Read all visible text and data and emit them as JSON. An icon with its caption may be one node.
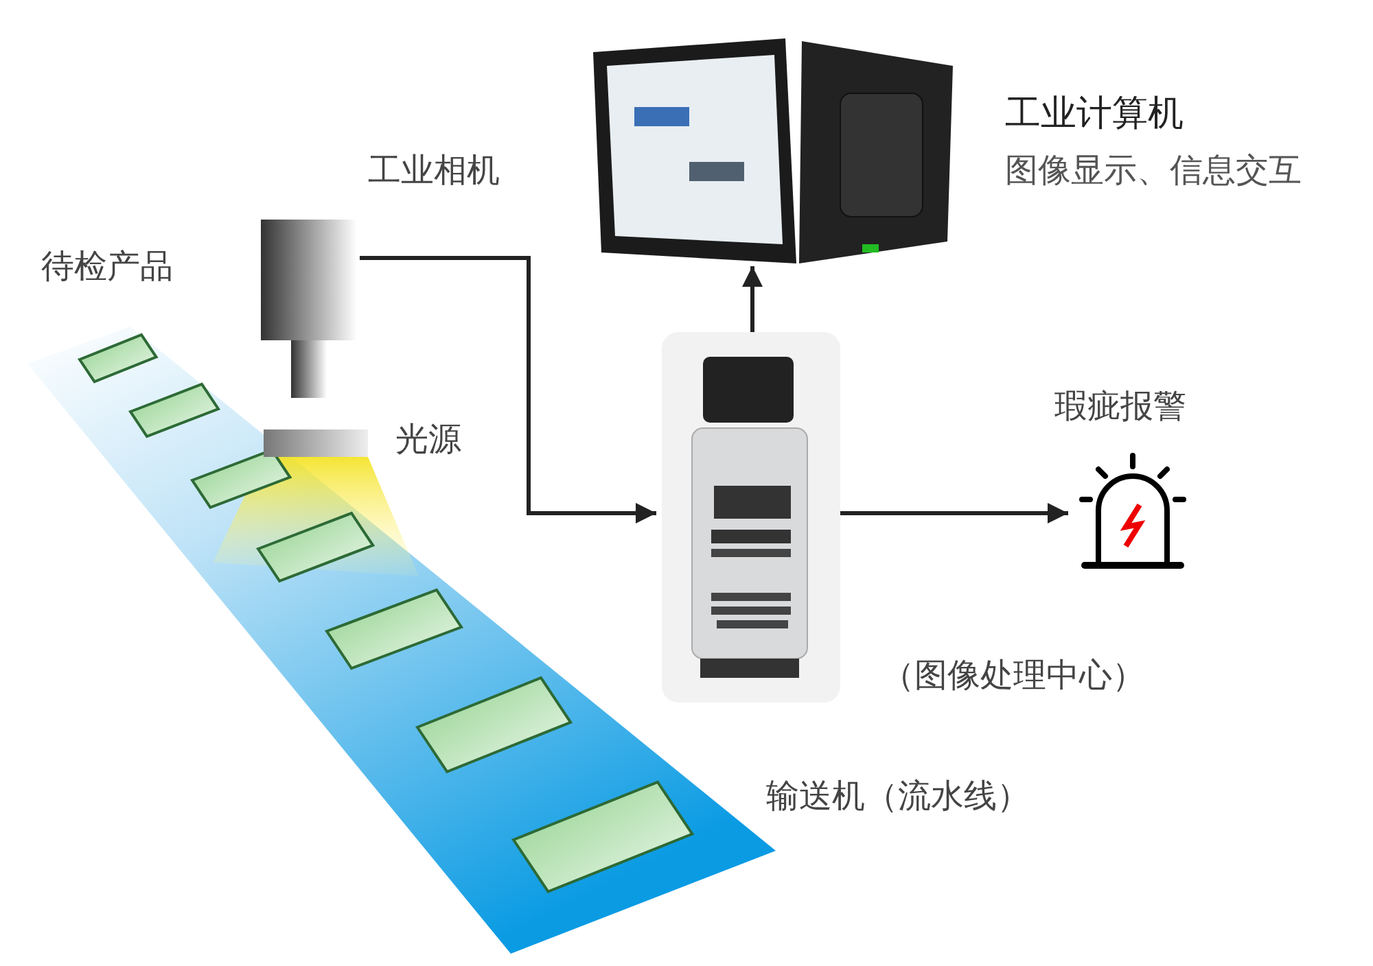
{
  "diagram": {
    "nodes": [
      {
        "text": [],
        "shape": "picture",
        "beside": [
          "工业计算机",
          "图像显示、信息交互"
        ]
      },
      {
        "text": [],
        "shape": "picture",
        "beside": [
          "工业相机"
        ]
      },
      {
        "text": [],
        "shape": "picture",
        "beside": [
          "（图像处理中心）"
        ]
      },
      {
        "text": [],
        "shape": "picture",
        "beside": [
          "瑕疵报警"
        ]
      }
    ],
    "edges": [
      {
        "from": 1,
        "to": 2,
        "arrow": "to"
      },
      {
        "from": 2,
        "to": 0,
        "arrow": "to"
      },
      {
        "from": 2,
        "to": 3,
        "arrow": "to"
      }
    ],
    "labels": [
      "待检产品",
      "光源",
      "输送机（流水线）"
    ]
  }
}
